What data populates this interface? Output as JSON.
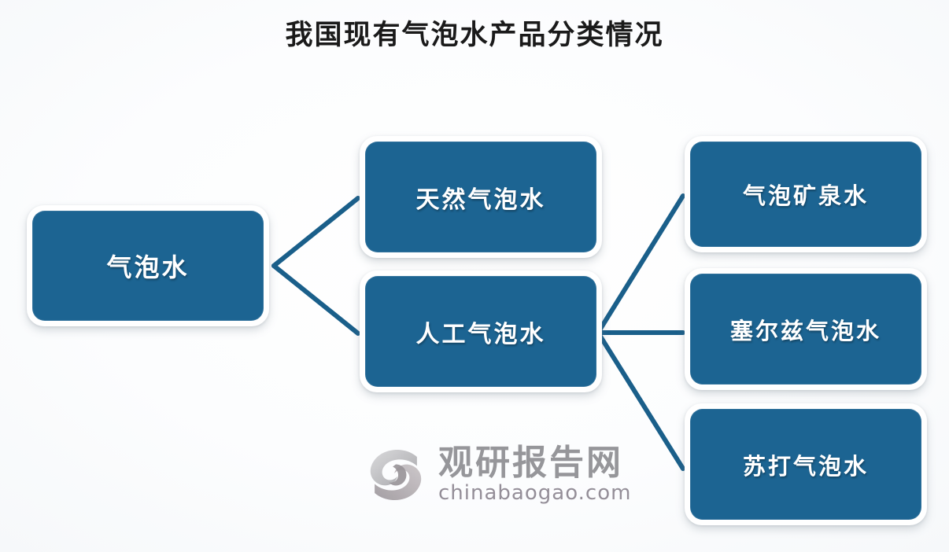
{
  "title": "我国现有气泡水产品分类情况",
  "colors": {
    "node_fill": "#1c6492",
    "node_border": "#ffffff",
    "connector": "#1a5f8a",
    "title_text": "#1a1a1a",
    "node_text": "#ffffff",
    "background": "#fbfcfd",
    "watermark_cn": "#8e8e92",
    "watermark_en": "#8c8590"
  },
  "diagram": {
    "type": "tree",
    "root": {
      "id": "root",
      "label": "气泡水"
    },
    "level2": [
      {
        "id": "natural",
        "label": "天然气泡水"
      },
      {
        "id": "artificial",
        "label": "人工气泡水"
      }
    ],
    "level3": [
      {
        "id": "mineral",
        "label": "气泡矿泉水"
      },
      {
        "id": "seltzer",
        "label": "塞尔兹气泡水"
      },
      {
        "id": "soda",
        "label": "苏打气泡水"
      }
    ],
    "edges": [
      {
        "from": "root",
        "to": "natural"
      },
      {
        "from": "root",
        "to": "artificial"
      },
      {
        "from": "artificial",
        "to": "mineral"
      },
      {
        "from": "artificial",
        "to": "seltzer"
      },
      {
        "from": "artificial",
        "to": "soda"
      }
    ]
  },
  "watermark": {
    "logo": "swirl-logo",
    "brand_cn": "观研报告网",
    "brand_en": "chinabaogao.com"
  }
}
